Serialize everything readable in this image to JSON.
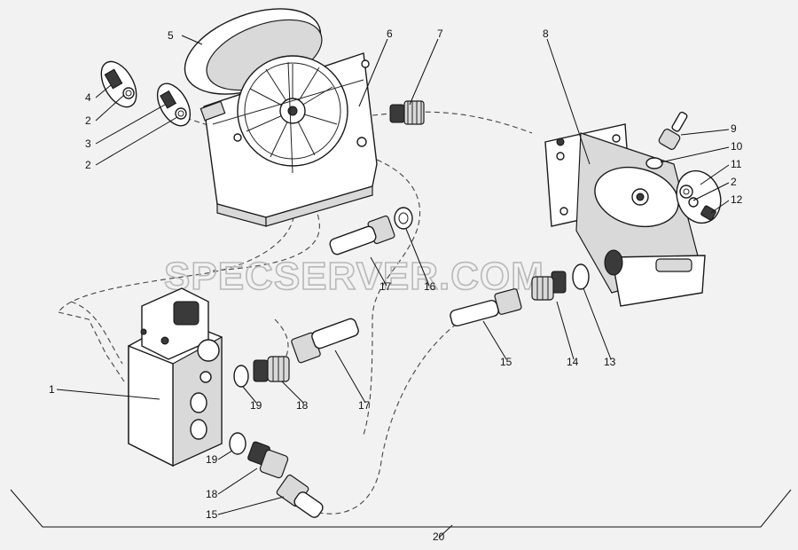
{
  "watermark": "SPECSERVER.COM",
  "callouts": {
    "c1": "1",
    "c2a": "2",
    "c2b": "2",
    "c2c": "2",
    "c3": "3",
    "c4": "4",
    "c5": "5",
    "c6": "6",
    "c7": "7",
    "c8": "8",
    "c9": "9",
    "c10": "10",
    "c11": "11",
    "c12": "12",
    "c13": "13",
    "c14": "14",
    "c15a": "15",
    "c15b": "15",
    "c16": "16",
    "c17a": "17",
    "c17b": "17",
    "c18a": "18",
    "c18b": "18",
    "c19a": "19",
    "c19b": "19",
    "c20": "20"
  }
}
